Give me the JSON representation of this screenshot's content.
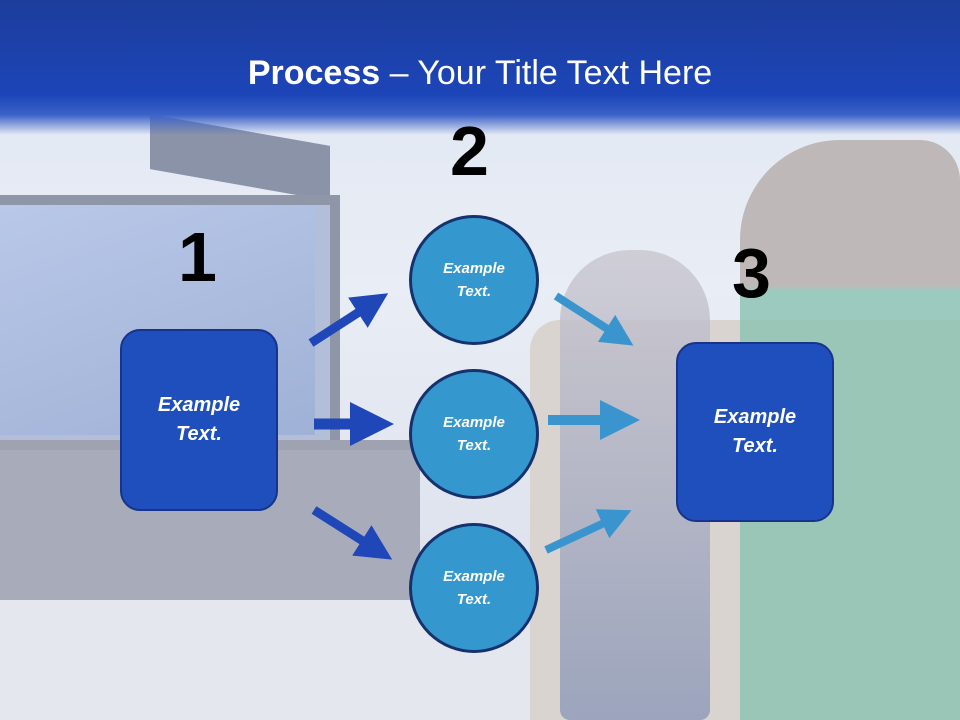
{
  "title": {
    "bold": "Process",
    "rest": " – Your Title Text Here"
  },
  "steps": {
    "one": "1",
    "two": "2",
    "three": "3"
  },
  "left_box": {
    "text": "Example\nText."
  },
  "circles": [
    {
      "text": "Example\nText."
    },
    {
      "text": "Example\nText."
    },
    {
      "text": "Example\nText."
    }
  ],
  "right_box": {
    "text": "Example\nText."
  },
  "colors": {
    "header": "#1c45b8",
    "box": "#1f4fbd",
    "circle": "#3498cf",
    "arrow_dark": "#1f47b8",
    "arrow_light": "#3a95cf"
  }
}
